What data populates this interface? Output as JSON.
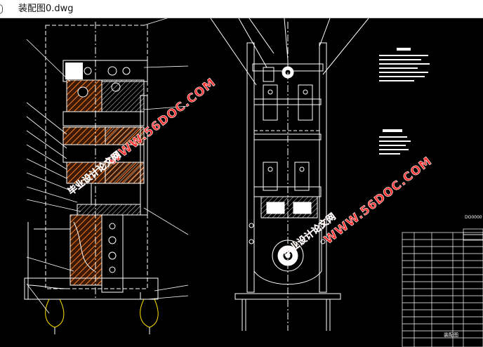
{
  "window": {
    "title": "装配图0.dwg"
  },
  "watermarks": {
    "site_text": "WWW.56DOC.COM",
    "cn_text": "毕业设计论文网"
  },
  "title_block": {
    "header": "DO0000",
    "name": "装配图"
  },
  "colors": {
    "background": "#000000",
    "lines": "#ffffff",
    "hatch": "#ff7b1c",
    "watermark": "#ff2a2a",
    "accent_yellow": "#ffe000"
  },
  "icons": {
    "window_edge": "partial-app-icon"
  }
}
